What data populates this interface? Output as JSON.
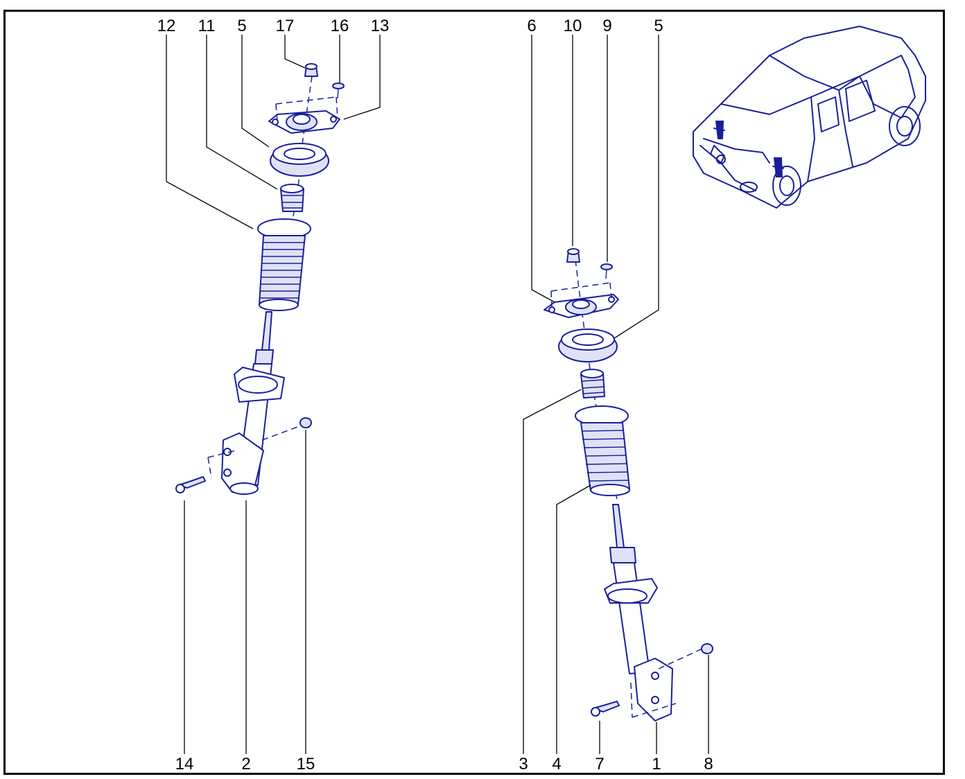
{
  "labels": {
    "l12": "12",
    "l11": "11",
    "l5a": "5",
    "l17": "17",
    "l16": "16",
    "l13": "13",
    "l6": "6",
    "l10": "10",
    "l9": "9",
    "l5b": "5",
    "l14": "14",
    "l2": "2",
    "l15": "15",
    "l3": "3",
    "l4": "4",
    "l7": "7",
    "l1": "1",
    "l8": "8"
  },
  "colors": {
    "part_stroke": "#1a1f9c",
    "part_fill": "#dfe2f6",
    "frame": "#000000"
  }
}
